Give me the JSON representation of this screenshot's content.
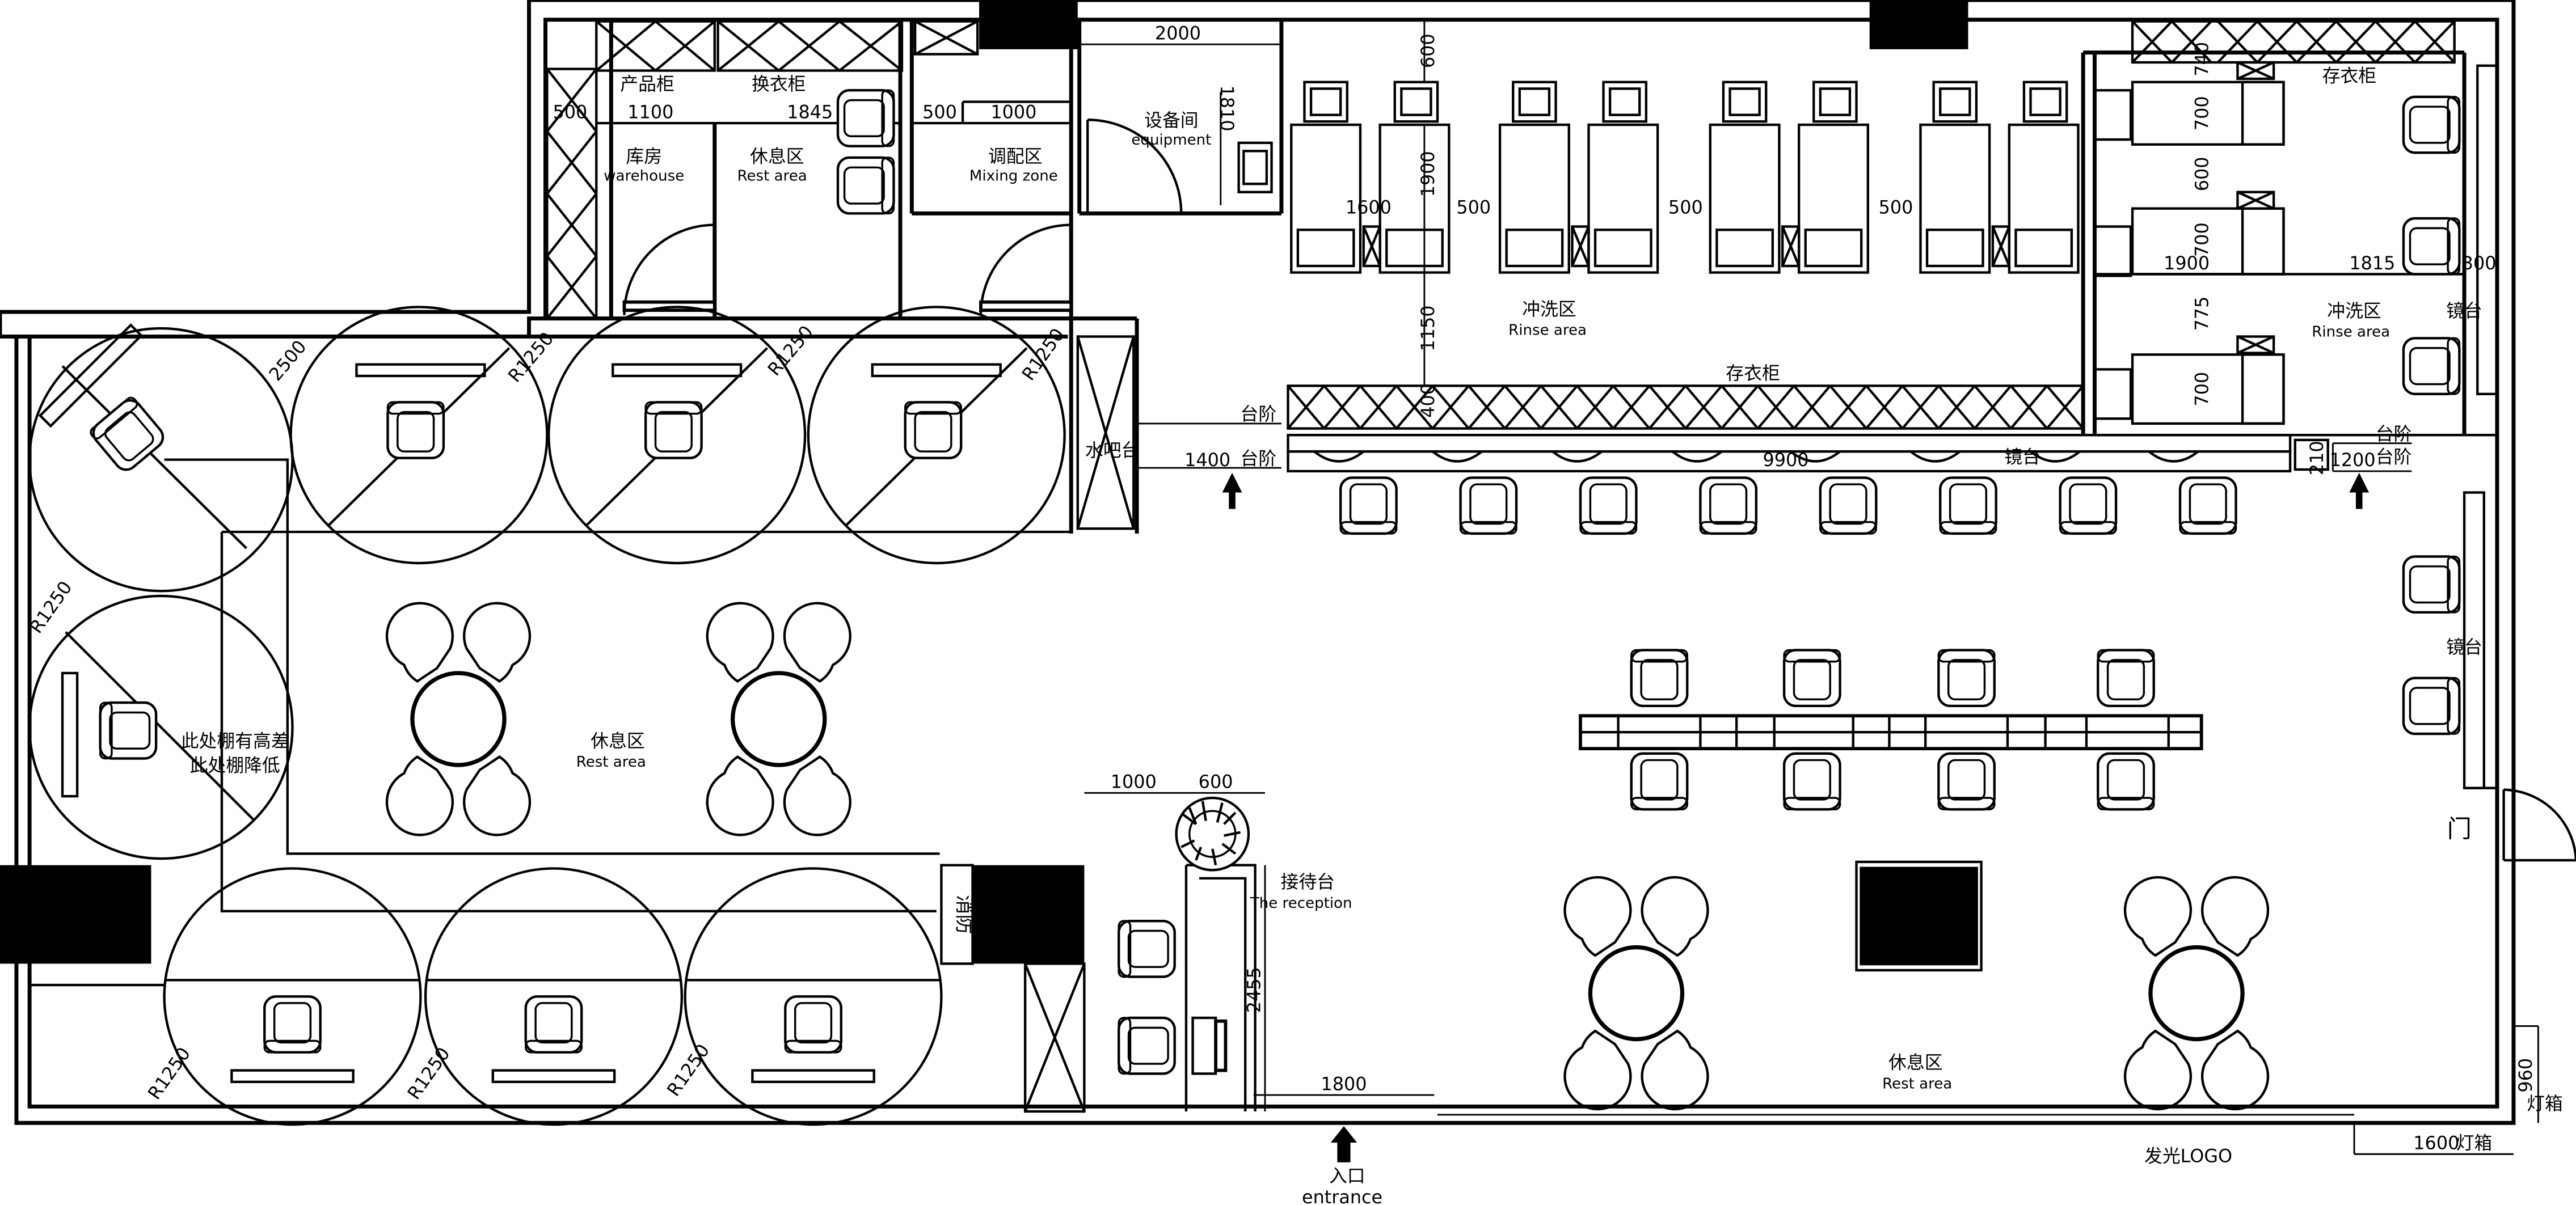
{
  "plan": {
    "labels": {
      "product_cabinet": "产品柜",
      "changing_cabinet": "换衣柜",
      "equipment_zh": "设备间",
      "equipment_en": "equipment",
      "warehouse_zh": "库房",
      "warehouse_en": "warehouse",
      "rest_top_zh": "休息区",
      "rest_top_en": "Rest area",
      "mixing_zh": "调配区",
      "mixing_en": "Mixing zone",
      "storage_top": "存衣柜",
      "storage_mid": "存衣柜",
      "rinse1_zh": "冲洗区",
      "rinse1_en": "Rinse area",
      "rinse2_zh": "冲洗区",
      "rinse2_en": "Rinse area",
      "mirror_top": "镜台",
      "mirror_counter": "镜台",
      "mirror_right": "镜台",
      "step1": "台阶",
      "step2": "台阶",
      "step3": "台阶",
      "step4": "台阶",
      "water_bar": "水吧台",
      "ceiling1": "此处棚有高差",
      "ceiling2": "此处棚降低",
      "rest_left_zh": "休息区",
      "rest_left_en": "Rest area",
      "reception_zh": "接待台",
      "reception_en": "The reception",
      "fire": "消防",
      "rest_bottom_zh": "休息区",
      "rest_bottom_en": "Rest area",
      "door": "门",
      "lightbox1": "灯箱",
      "lightbox2": "灯箱",
      "logo": "发光LOGO",
      "entrance_zh": "入口",
      "entrance_en": "entrance"
    },
    "dims": {
      "d2000": "2000",
      "d600a": "600",
      "d1810": "1810",
      "d500a": "500",
      "d1100": "1100",
      "d1845": "1845",
      "d500b": "500",
      "d1000a": "1000",
      "d1600": "1600",
      "d1900a": "1900",
      "d500c": "500",
      "d500d": "500",
      "d500e": "500",
      "d1150": "1150",
      "d400": "400",
      "d740": "740",
      "d700a": "700",
      "d600b": "600",
      "d700b": "700",
      "d775": "775",
      "d700c": "700",
      "d1900b": "1900",
      "d1815": "1815",
      "d300": "300",
      "d1400": "1400",
      "d9900": "9900",
      "d210": "210",
      "d1200": "1200",
      "d2500": "2500",
      "r1": "R1250",
      "r2": "R1250",
      "r3": "R1250",
      "r4": "R1250",
      "r5": "R1250",
      "r6": "R1250",
      "r7": "R1250",
      "d1000b": "1000",
      "d600c": "600",
      "d2455": "2455",
      "d1800": "1800",
      "d960": "960",
      "d1600b": "1600"
    }
  }
}
